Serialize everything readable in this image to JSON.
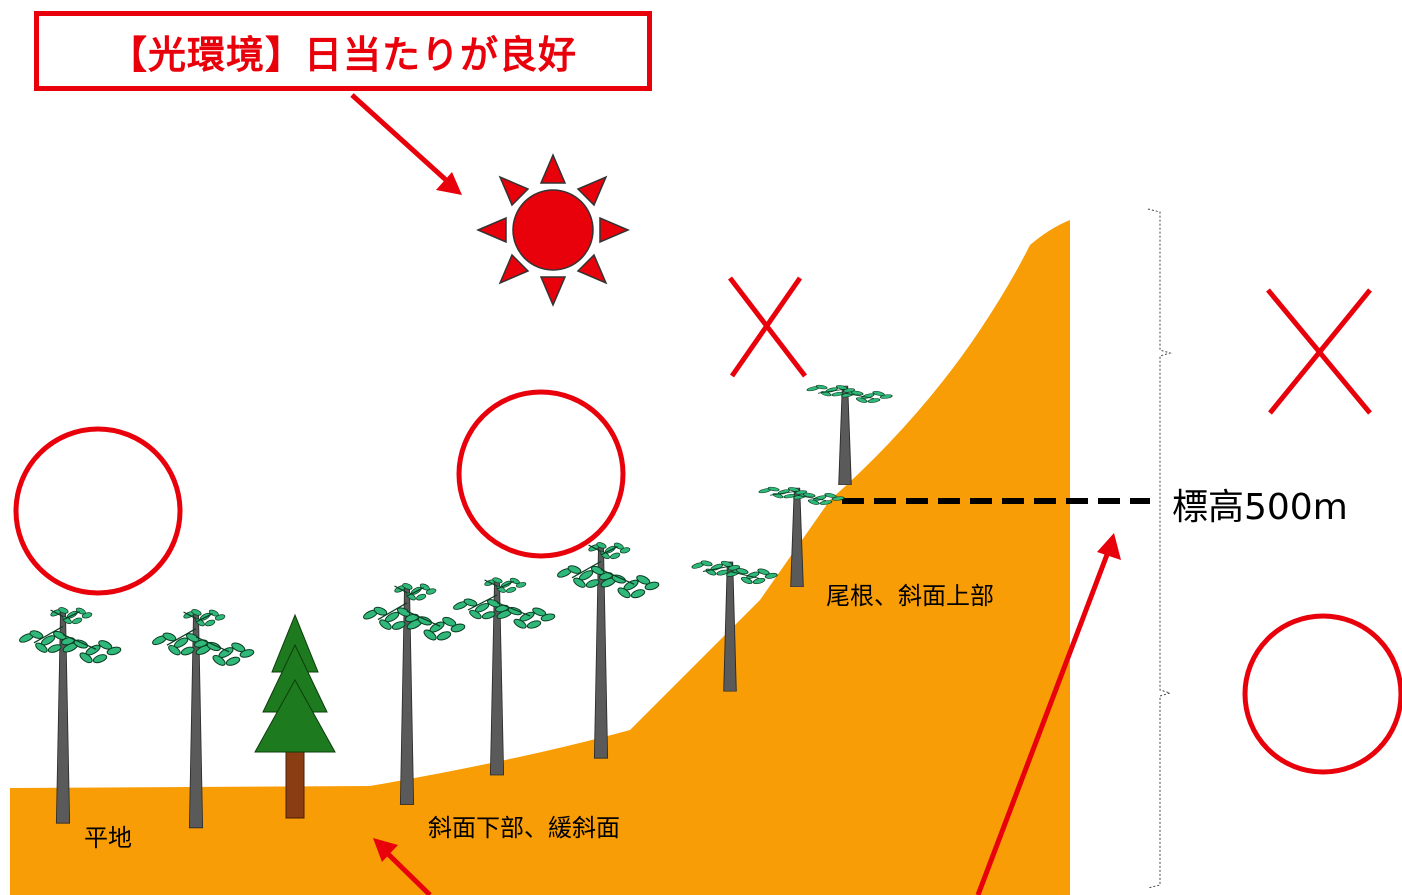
{
  "title": "【光環境】日当たりが良好",
  "labels": {
    "flat": "平地",
    "lower_slope": "斜面下部、緩斜面",
    "upper_slope": "尾根、斜面上部",
    "elevation": "標高500m"
  },
  "icons": {
    "sun": "sun-icon",
    "good": "circle-mark-icon",
    "bad": "cross-mark-icon",
    "tree": "broadleaf-tree-icon",
    "conifer": "conifer-icon"
  },
  "colors": {
    "accent_red": "#e8000b",
    "ground": "#f89d05",
    "trunk": "#5a5a5a",
    "leaf": "#2fb87a",
    "conifer": "#1e7a1e",
    "conifer_trunk": "#8a3d12"
  }
}
